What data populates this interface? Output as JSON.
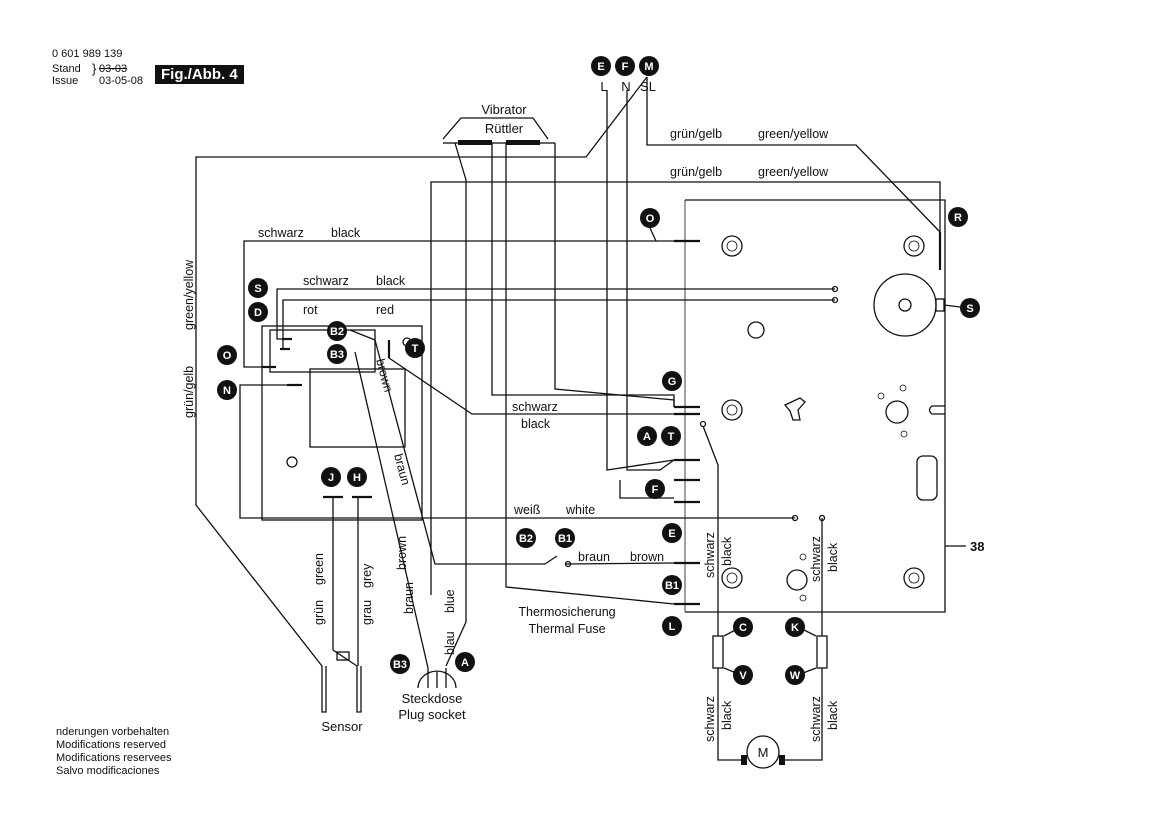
{
  "header": {
    "part_number": "0 601 989 139",
    "stand_label": "Stand",
    "stand_old": "03-03",
    "issue_label": "Issue",
    "issue_date": "03-05-08",
    "figure": "Fig./Abb. 4"
  },
  "footer": {
    "line1": "nderungen vorbehalten",
    "line2": "Modifications reserved",
    "line3": "Modifications reservees",
    "line4": "Salvo modificaciones"
  },
  "supply": {
    "e": "E",
    "f": "F",
    "m": "M",
    "l": "L",
    "n": "N",
    "sl": "SL"
  },
  "labels": {
    "vibrator": "Vibrator",
    "ruettler": "Rüttler",
    "gruen_gelb": "grün/gelb",
    "green_yellow": "green/yellow",
    "schwarz": "schwarz",
    "black": "black",
    "rot": "rot",
    "red": "red",
    "weiss": "weiß",
    "white": "white",
    "braun": "braun",
    "brown": "brown",
    "gruen": "grün",
    "green": "green",
    "grau": "grau",
    "grey": "grey",
    "blau": "blau",
    "blue": "blue",
    "thermo_de": "Thermosicherung",
    "thermo_en": "Thermal Fuse",
    "steckdose": "Steckdose",
    "plug_socket": "Plug socket",
    "sensor": "Sensor",
    "motor": "M",
    "ref_38": "38"
  },
  "markers": {
    "O": "O",
    "R": "R",
    "S": "S",
    "D": "D",
    "B2": "B2",
    "B3": "B3",
    "T": "T",
    "N": "N",
    "G": "G",
    "A": "A",
    "F": "F",
    "E": "E",
    "J": "J",
    "H": "H",
    "B1": "B1",
    "L": "L",
    "C": "C",
    "K": "K",
    "V": "V",
    "W": "W"
  }
}
